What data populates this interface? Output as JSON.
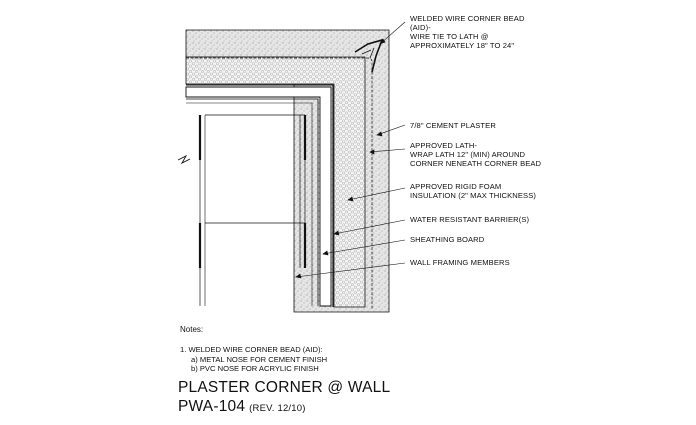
{
  "callouts": {
    "corner_bead": [
      "WELDED WIRE CORNER BEAD",
      "(AID)-",
      "WIRE TIE TO LATH @",
      "APPROXIMATELY 18\" TO 24\""
    ],
    "cement_plaster": [
      "7/8\" CEMENT PLASTER"
    ],
    "lath": [
      "APPROVED LATH-",
      "WRAP LATH 12\" (MIN) AROUND",
      "CORNER NENEATH CORNER BEAD"
    ],
    "foam": [
      "APPROVED RIGID FOAM",
      "INSULATION (2\" MAX THICKNESS)"
    ],
    "barrier": [
      "WATER RESISTANT BARRIER(S)"
    ],
    "sheathing": [
      "SHEATHING BOARD"
    ],
    "framing": [
      "WALL FRAMING MEMBERS"
    ]
  },
  "notes": {
    "heading": "Notes:",
    "item_1": "1.  WELDED WIRE CORNER BEAD (AID):",
    "item_1a": "a) METAL NOSE FOR CEMENT FINISH",
    "item_1b": "b) PVC NOSE FOR ACRYLIC FINISH"
  },
  "title": "PLASTER CORNER @ WALL",
  "code": "PWA-104",
  "revision": "(REV. 12/10)",
  "colors": {
    "line": "#111111",
    "plaster_fill": "#e4e4e4",
    "foam_pattern": "#9a9a9a"
  }
}
